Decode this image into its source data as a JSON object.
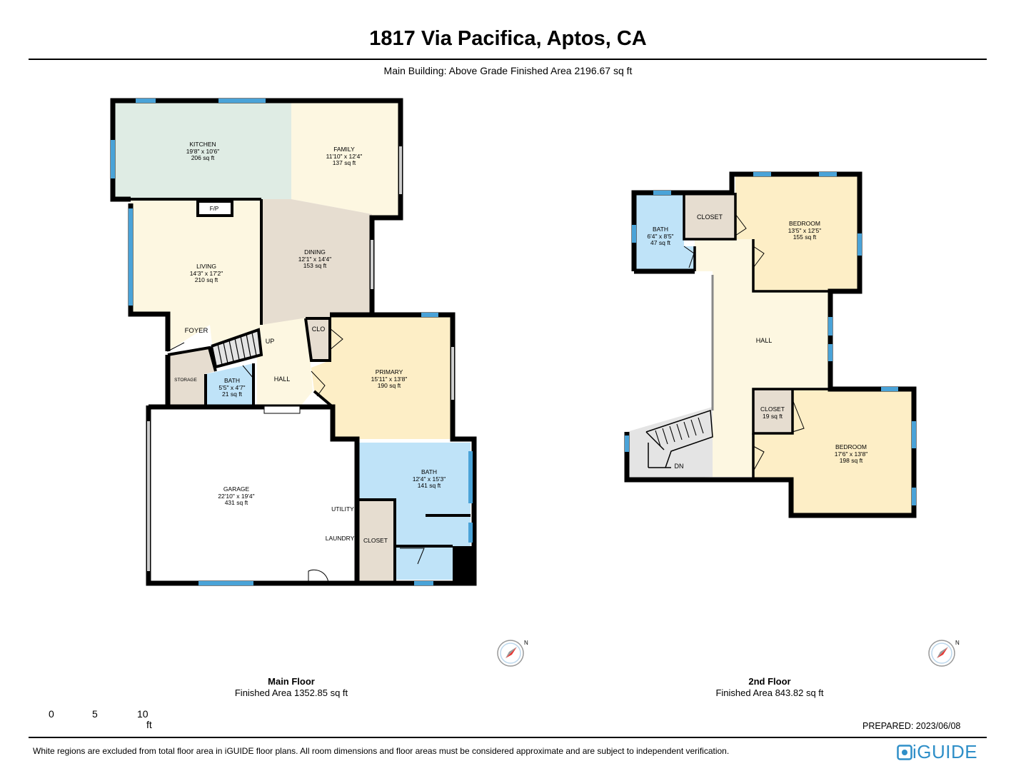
{
  "header": {
    "title": "1817 Via Pacifica, Aptos, CA",
    "subtitle": "Main Building: Above Grade Finished Area 2196.67 sq ft"
  },
  "colors": {
    "kitchen": "#dfece4",
    "living": "#fdf7e1",
    "dining": "#e6ddd0",
    "bath": "#bfe3f8",
    "bedroom": "#fdeec6",
    "closet": "#e6ddd0",
    "storage": "#e6ddd0",
    "garage": "#ffffff",
    "stair": "#e4e4e4",
    "window": "#4aa3d8",
    "wall": "#000000",
    "logo": "#2f8fc8"
  },
  "main_floor": {
    "name": "Main Floor",
    "area": "Finished Area 1352.85 sq ft",
    "rooms": {
      "kitchen": {
        "name": "KITCHEN",
        "dims": "19'8\" x 10'6\"",
        "area": "206 sq ft"
      },
      "family": {
        "name": "FAMILY",
        "dims": "11'10\" x 12'4\"",
        "area": "137 sq ft"
      },
      "living": {
        "name": "LIVING",
        "dims": "14'3\" x 17'2\"",
        "area": "210 sq ft"
      },
      "dining": {
        "name": "DINING",
        "dims": "12'1\" x 14'4\"",
        "area": "153 sq ft"
      },
      "primary": {
        "name": "PRIMARY",
        "dims": "15'11\" x 13'8\"",
        "area": "190 sq ft"
      },
      "bath_small": {
        "name": "BATH",
        "dims": "5'5\" x 4'7\"",
        "area": "21 sq ft"
      },
      "bath_primary": {
        "name": "BATH",
        "dims": "12'4\" x 15'3\"",
        "area": "141 sq ft"
      },
      "garage": {
        "name": "GARAGE",
        "dims": "22'10\" x 19'4\"",
        "area": "431 sq ft"
      }
    },
    "labels": {
      "fp": "F/P",
      "foyer": "FOYER",
      "up": "UP",
      "clo": "CLO",
      "storage": "STORAGE",
      "hall": "HALL",
      "utility": "UTILITY",
      "laundry": "LAUNDRY",
      "closet": "CLOSET"
    }
  },
  "second_floor": {
    "name": "2nd Floor",
    "area": "Finished Area 843.82 sq ft",
    "rooms": {
      "bath": {
        "name": "BATH",
        "dims": "6'4\" x 8'5\"",
        "area": "47 sq ft"
      },
      "bedroom_top": {
        "name": "BEDROOM",
        "dims": "13'5\" x 12'5\"",
        "area": "155 sq ft"
      },
      "closet_small": {
        "name": "CLOSET",
        "area": "19 sq ft"
      },
      "bedroom_bottom": {
        "name": "BEDROOM",
        "dims": "17'6\" x 13'8\"",
        "area": "198 sq ft"
      }
    },
    "labels": {
      "closet": "CLOSET",
      "hall": "HALL",
      "dn": "DN"
    }
  },
  "scale": {
    "ticks": [
      "0",
      "5",
      "10"
    ],
    "unit": "ft"
  },
  "footer": {
    "prepared": "PREPARED: 2023/06/08",
    "disclaimer": "White regions are excluded from total floor area in iGUIDE floor plans. All room dimensions and floor areas must be considered approximate and are subject to independent verification.",
    "logo_text": "iGUIDE"
  },
  "icons": [
    "north-compass-icon",
    "iguide-logo-icon"
  ]
}
